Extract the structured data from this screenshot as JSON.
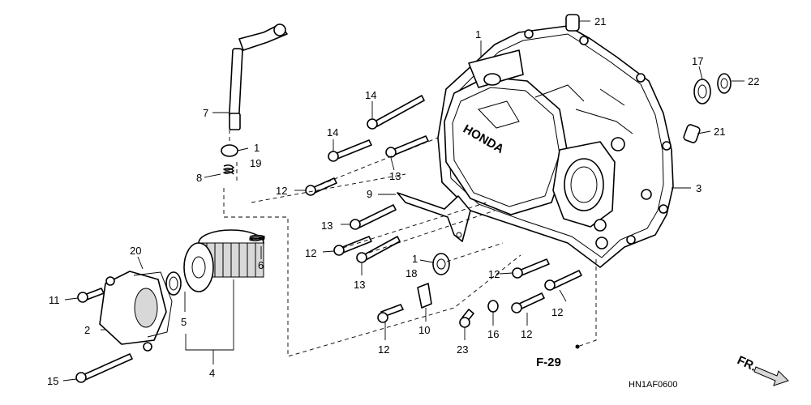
{
  "diagram": {
    "callouts": {
      "c1_top": "1",
      "c21_top": "21",
      "c17": "17",
      "c22": "22",
      "c21_mid": "21",
      "c3": "3",
      "c14_a": "14",
      "c14_b": "14",
      "c7": "7",
      "c1_b": "1",
      "c19": "19",
      "c8": "8",
      "c12_a": "12",
      "c13_a": "13",
      "c9": "9",
      "c13_b": "13",
      "c12_b": "12",
      "c1_c": "1",
      "c18": "18",
      "c13_c": "13",
      "c6": "6",
      "c20": "20",
      "c11": "11",
      "c2": "2",
      "c5": "5",
      "c4": "4",
      "c15": "15",
      "c12_c": "12",
      "c10": "10",
      "c23": "23",
      "c16": "16",
      "c12_d": "12",
      "c12_e": "12",
      "c12_f": "12"
    },
    "ref_label": "F-29",
    "diagram_code": "HN1AF0600",
    "cover_logo": "HONDA",
    "front_arrow": "FR."
  }
}
